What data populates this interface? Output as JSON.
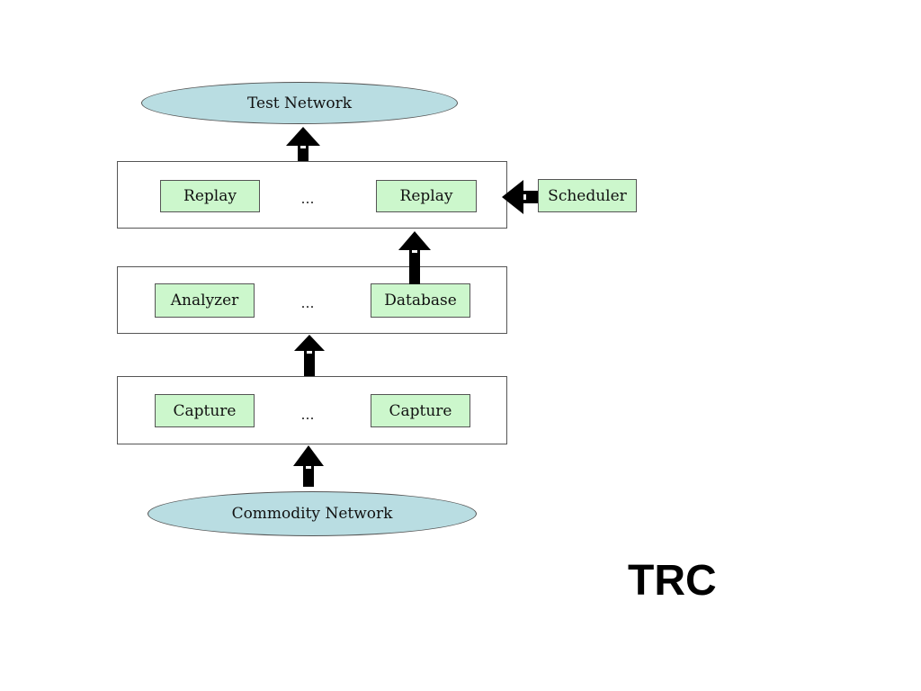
{
  "diagram": {
    "test_network": "Test Network",
    "commodity_network": "Commodity Network",
    "replay_layer": {
      "left": "Replay",
      "ellipsis": "…",
      "right": "Replay"
    },
    "analysis_layer": {
      "left": "Analyzer",
      "ellipsis": "…",
      "right": "Database"
    },
    "capture_layer": {
      "left": "Capture",
      "ellipsis": "…",
      "right": "Capture"
    },
    "scheduler": "Scheduler",
    "caption": "TRC"
  },
  "colors": {
    "network_fill": "#b9dde2",
    "node_fill": "#ccf7cc",
    "arrow": "#000000"
  }
}
